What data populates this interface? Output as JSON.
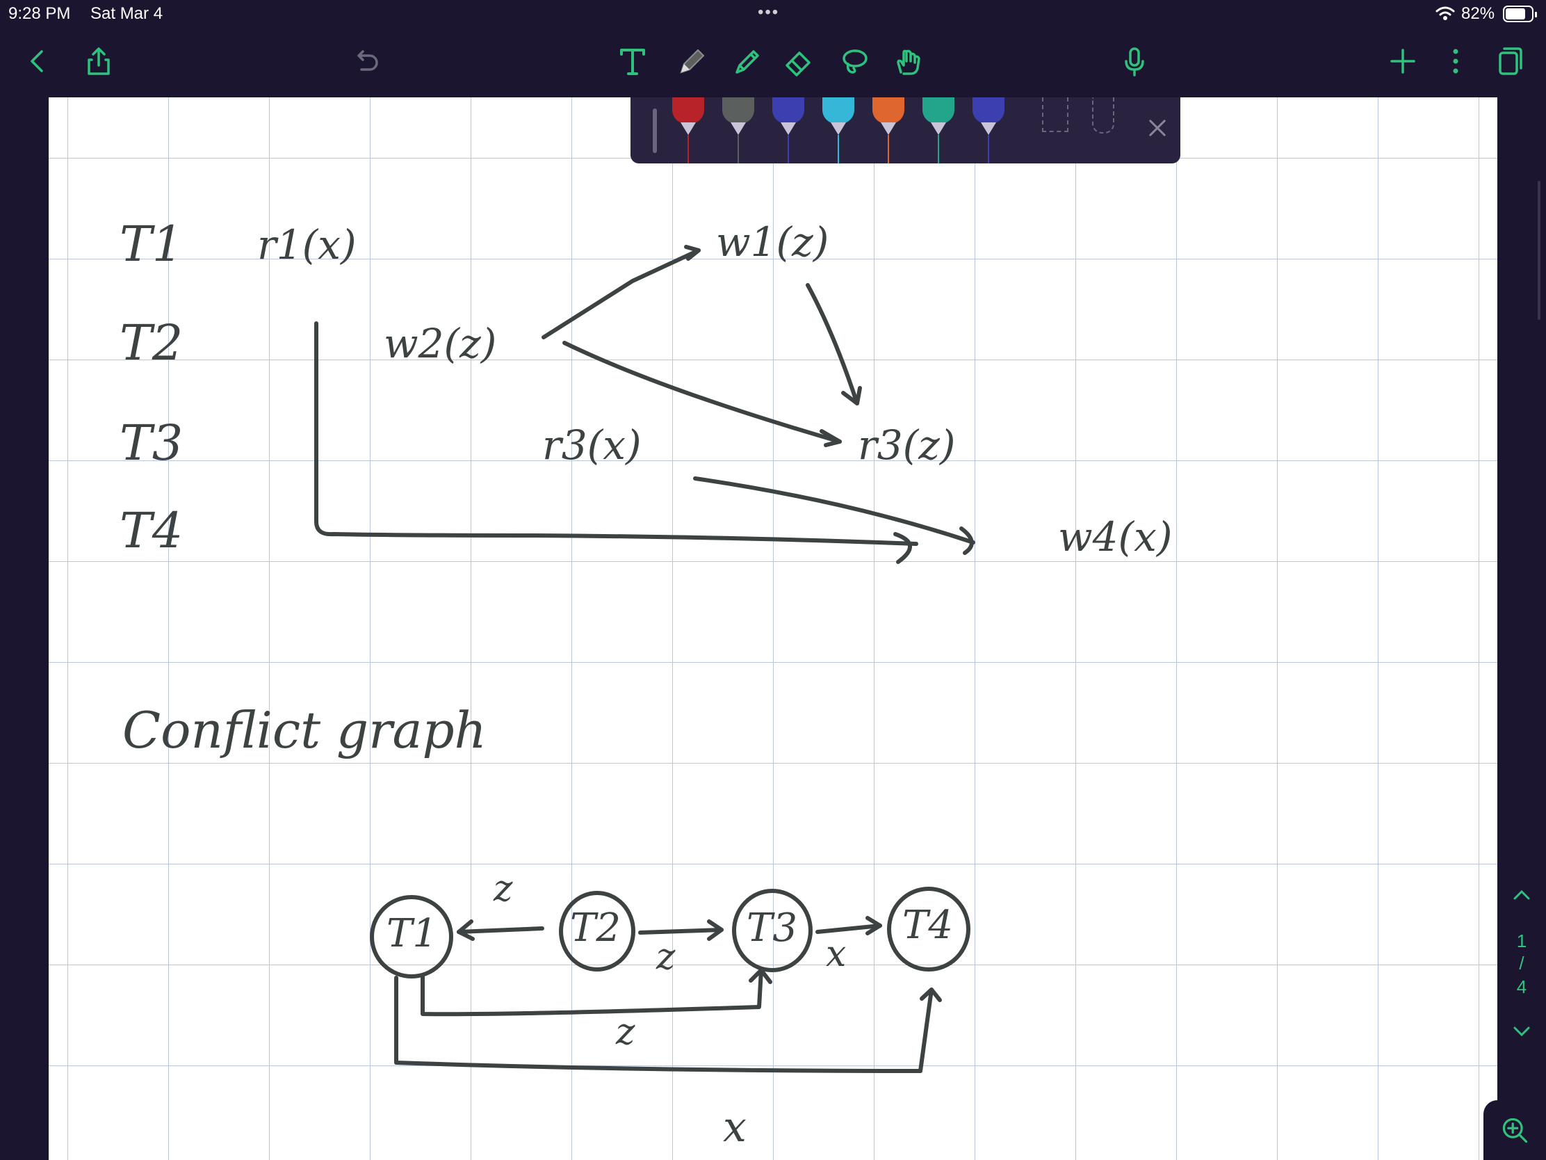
{
  "status_bar": {
    "time": "9:28 PM",
    "date": "Sat Mar 4",
    "dots": "•••",
    "battery_percent": "82%",
    "battery_level": 0.82
  },
  "toolbar": {
    "left_icons": [
      "back-chevron-icon",
      "share-icon",
      "undo-icon"
    ],
    "center_icons": [
      "text-tool-icon",
      "pen-tool-icon",
      "highlighter-tool-icon",
      "eraser-tool-icon",
      "lasso-tool-icon",
      "hand-tool-icon",
      "microphone-icon"
    ],
    "right_icons": [
      "add-icon",
      "more-icon",
      "pages-icon"
    ]
  },
  "pen_tray": {
    "pens": [
      {
        "color": "#b8232a"
      },
      {
        "color": "#5b5f5e"
      },
      {
        "color": "#3b3fb0"
      },
      {
        "color": "#35b8d8"
      },
      {
        "color": "#e0662f"
      },
      {
        "color": "#22a58a"
      },
      {
        "color": "#3b3fb0"
      }
    ],
    "close_icon": "close-icon"
  },
  "note": {
    "rows": [
      "T1",
      "T2",
      "T3",
      "T4"
    ],
    "ops": {
      "r1x": "r1(x)",
      "w1z": "w1(z)",
      "w2z": "w2(z)",
      "r3x": "r3(x)",
      "r3z": "r3(z)",
      "w4x": "w4(x)"
    },
    "heading": "Conflict graph",
    "nodes": [
      "T1",
      "T2",
      "T3",
      "T4"
    ],
    "edge_labels": {
      "t2_t1": "z",
      "t2_t3": "z",
      "t3_t4": "x",
      "t1_t3": "z",
      "t1_t4": "x"
    }
  },
  "page_nav": {
    "current": "1",
    "separator": "/",
    "total": "4"
  },
  "colors": {
    "accent": "#2ec27e",
    "chrome": "#1c1530",
    "ink": "#3d4242",
    "grid": "#b9c6de"
  }
}
